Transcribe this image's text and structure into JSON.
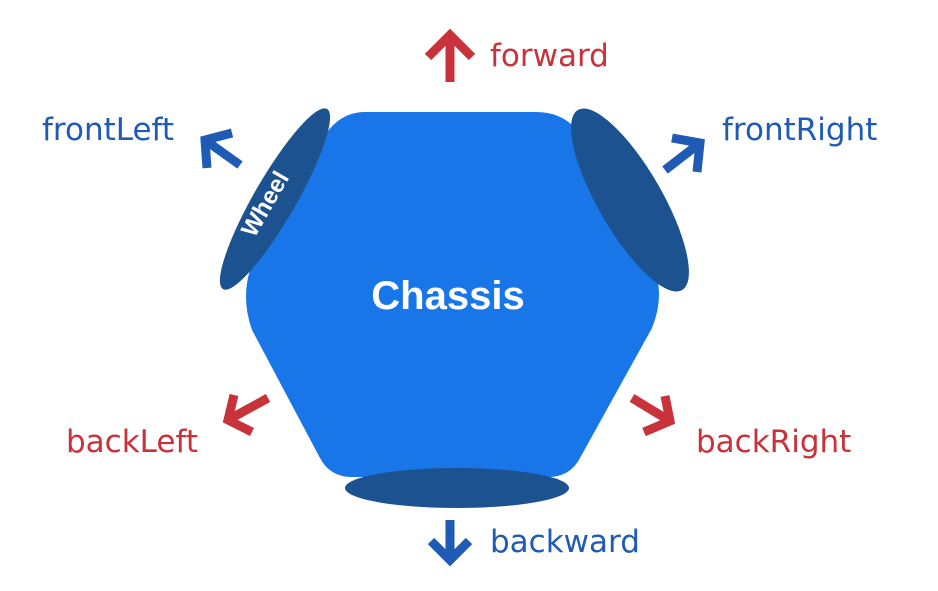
{
  "chassis": {
    "label": "Chassis",
    "color": "#1976e8"
  },
  "wheel": {
    "label": "Wheel",
    "color": "#1d5290"
  },
  "directions": {
    "forward": "forward",
    "backward": "backward",
    "frontLeft": "frontLeft",
    "frontRight": "frontRight",
    "backLeft": "backLeft",
    "backRight": "backRight"
  },
  "colors": {
    "red": "#c8323a",
    "blue": "#1f5bb5",
    "label_white": "#ffffff"
  }
}
